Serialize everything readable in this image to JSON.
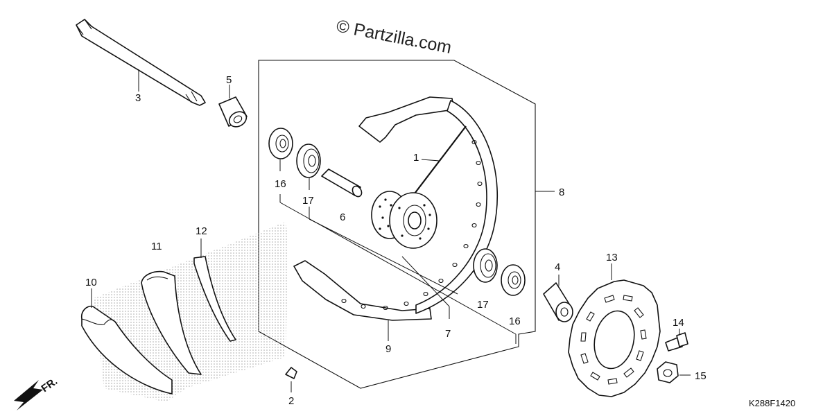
{
  "watermark": "© Partzilla.com",
  "diagram_code": "K288F1420",
  "direction_label": "FR.",
  "callouts": {
    "c1": "1",
    "c2": "2",
    "c3": "3",
    "c4": "4",
    "c5": "5",
    "c6": "6",
    "c7": "7",
    "c8": "8",
    "c9": "9",
    "c10": "10",
    "c11": "11",
    "c12": "12",
    "c13": "13",
    "c14": "14",
    "c15": "15",
    "c16a": "16",
    "c16b": "16",
    "c17a": "17",
    "c17b": "17"
  }
}
